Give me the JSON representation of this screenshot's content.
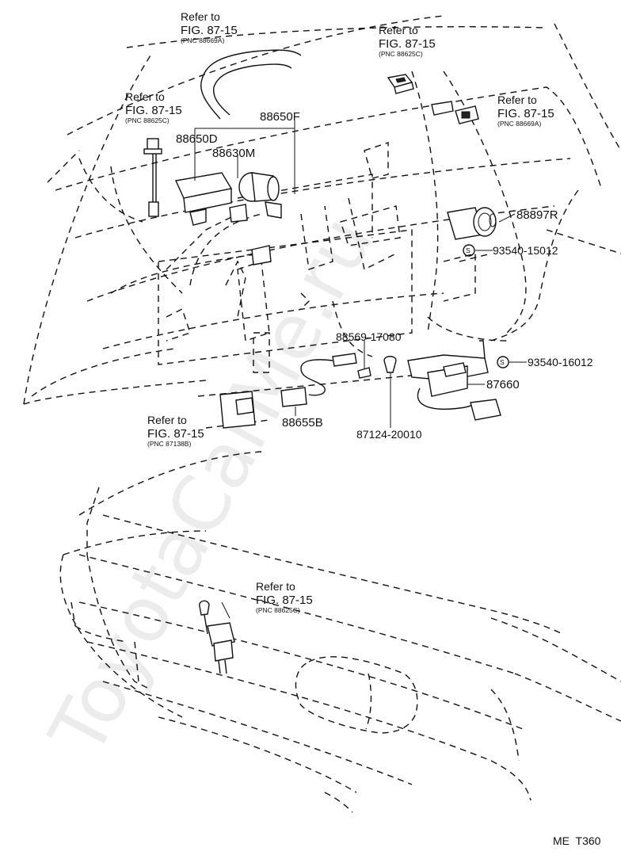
{
  "refs": [
    {
      "line1": "Refer to",
      "line2": "FIG. 87-15",
      "pnc": "(PNC 88669A)"
    },
    {
      "line1": "Refer to",
      "line2": "FIG. 87-15",
      "pnc": "(PNC 88625C)"
    },
    {
      "line1": "Refer to",
      "line2": "FIG. 87-15",
      "pnc": "(PNC 88625C)"
    },
    {
      "line1": "Refer to",
      "line2": "FIG. 87-15",
      "pnc": "(PNC 88669A)"
    },
    {
      "line1": "Refer to",
      "line2": "FIG. 87-15",
      "pnc": "(PNC 87138B)"
    },
    {
      "line1": "Refer to",
      "line2": "FIG. 87-15",
      "pnc": "(PNC 88625C)"
    }
  ],
  "parts": {
    "p88650F": "88650F",
    "p88650D": "88650D",
    "p88630M": "88630M",
    "p88897R": "88897R",
    "p93540_15012": "93540-15012",
    "p88569_17080": "88569-17080",
    "p93540_16012": "93540-16012",
    "p87660": "87660",
    "p88655B": "88655B",
    "p87124_20010": "87124-20010"
  },
  "screw_symbol": "S",
  "footer_code": "ME  T360",
  "watermark": "ToyotaCarMe.ru"
}
